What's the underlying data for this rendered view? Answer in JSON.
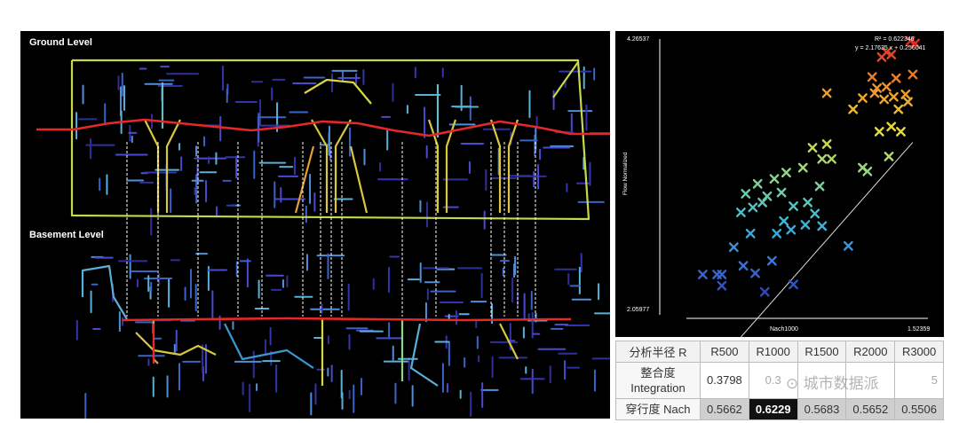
{
  "map": {
    "ground_label": "Ground Level",
    "basement_label": "Basement Level"
  },
  "chart_data": {
    "type": "scatter",
    "xlabel": "Nach1000",
    "ylabel": "Flow Normalized",
    "xlim": [
      0.4,
      1.52359
    ],
    "ylim": [
      2.05977,
      4.26537
    ],
    "x_max_label": "1.52359",
    "y_min_label": "2.05977",
    "y_max_label": "4.26537",
    "r2_label": "R² = 0.622346",
    "equation_label": "y = 2.17635 x + 0.256041",
    "trendline": {
      "slope": 2.17635,
      "intercept": 0.256041
    },
    "marker": "x",
    "color_scale": [
      "#2a2aa0",
      "#3a6fd8",
      "#3fb8d8",
      "#8fd68a",
      "#e6dc3a",
      "#f0902a",
      "#e02020"
    ],
    "points": [
      {
        "x": 0.58,
        "y": 2.37
      },
      {
        "x": 0.64,
        "y": 2.37
      },
      {
        "x": 0.66,
        "y": 2.37
      },
      {
        "x": 0.66,
        "y": 2.28
      },
      {
        "x": 0.84,
        "y": 2.23
      },
      {
        "x": 0.96,
        "y": 2.29
      },
      {
        "x": 0.75,
        "y": 2.44
      },
      {
        "x": 0.8,
        "y": 2.38
      },
      {
        "x": 0.87,
        "y": 2.48
      },
      {
        "x": 0.71,
        "y": 2.59
      },
      {
        "x": 0.78,
        "y": 2.7
      },
      {
        "x": 1.19,
        "y": 2.6
      },
      {
        "x": 0.89,
        "y": 2.7
      },
      {
        "x": 0.92,
        "y": 2.8
      },
      {
        "x": 0.95,
        "y": 2.73
      },
      {
        "x": 1.01,
        "y": 2.77
      },
      {
        "x": 1.05,
        "y": 2.86
      },
      {
        "x": 1.08,
        "y": 2.76
      },
      {
        "x": 0.74,
        "y": 2.87
      },
      {
        "x": 0.79,
        "y": 2.91
      },
      {
        "x": 0.83,
        "y": 2.95
      },
      {
        "x": 0.85,
        "y": 3.0
      },
      {
        "x": 0.76,
        "y": 3.02
      },
      {
        "x": 0.91,
        "y": 3.03
      },
      {
        "x": 0.96,
        "y": 2.92
      },
      {
        "x": 1.02,
        "y": 2.95
      },
      {
        "x": 1.07,
        "y": 3.08
      },
      {
        "x": 0.81,
        "y": 3.1
      },
      {
        "x": 0.88,
        "y": 3.14
      },
      {
        "x": 0.93,
        "y": 3.19
      },
      {
        "x": 1.0,
        "y": 3.23
      },
      {
        "x": 1.08,
        "y": 3.3
      },
      {
        "x": 1.12,
        "y": 3.3
      },
      {
        "x": 1.04,
        "y": 3.39
      },
      {
        "x": 1.1,
        "y": 3.42
      },
      {
        "x": 1.25,
        "y": 3.23
      },
      {
        "x": 1.27,
        "y": 3.2
      },
      {
        "x": 1.36,
        "y": 3.32
      },
      {
        "x": 1.32,
        "y": 3.52
      },
      {
        "x": 1.37,
        "y": 3.56
      },
      {
        "x": 1.41,
        "y": 3.52
      },
      {
        "x": 1.21,
        "y": 3.7
      },
      {
        "x": 1.25,
        "y": 3.79
      },
      {
        "x": 1.3,
        "y": 3.83
      },
      {
        "x": 1.34,
        "y": 3.78
      },
      {
        "x": 1.38,
        "y": 3.8
      },
      {
        "x": 1.31,
        "y": 3.87
      },
      {
        "x": 1.39,
        "y": 3.95
      },
      {
        "x": 1.35,
        "y": 3.88
      },
      {
        "x": 1.1,
        "y": 3.83
      },
      {
        "x": 1.29,
        "y": 3.96
      },
      {
        "x": 1.43,
        "y": 3.82
      },
      {
        "x": 1.44,
        "y": 3.76
      },
      {
        "x": 1.4,
        "y": 3.7
      },
      {
        "x": 1.46,
        "y": 3.98
      },
      {
        "x": 1.33,
        "y": 4.12
      },
      {
        "x": 1.35,
        "y": 4.16
      },
      {
        "x": 1.37,
        "y": 4.14
      },
      {
        "x": 1.45,
        "y": 4.25
      },
      {
        "x": 1.47,
        "y": 4.23
      }
    ]
  },
  "table": {
    "header": [
      "分析半径 R",
      "R500",
      "R1000",
      "R1500",
      "R2000",
      "R3000"
    ],
    "integration": {
      "label_line1": "整合度",
      "label_line2": "Integration",
      "values": [
        "0.3798",
        "0.3",
        "",
        "",
        "5"
      ]
    },
    "nach": {
      "label": "穿行度 Nach",
      "values": [
        "0.5662",
        "0.6229",
        "0.5683",
        "0.5652",
        "0.5506"
      ]
    }
  },
  "watermark": "城市数据派"
}
